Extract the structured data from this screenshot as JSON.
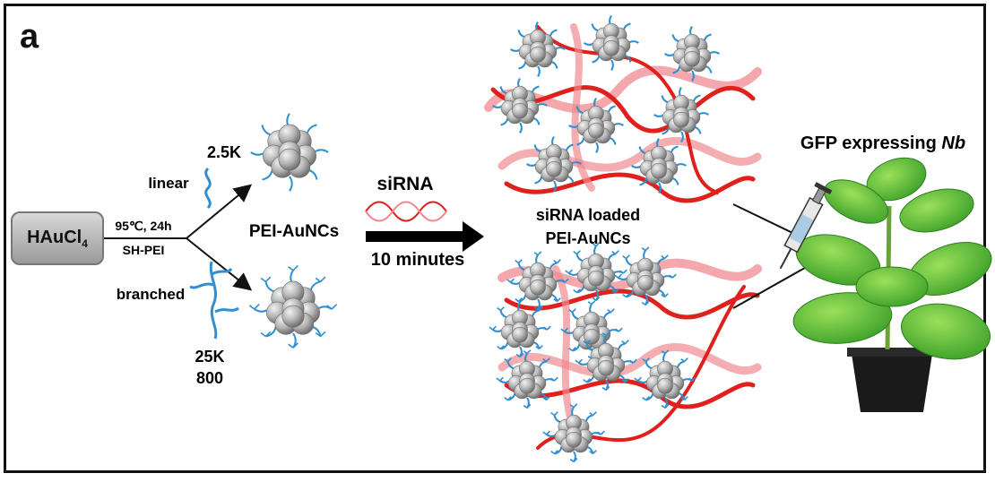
{
  "panel_label": "a",
  "start_node": {
    "label": "HAuCl",
    "subscript": "4"
  },
  "reaction": {
    "condition": "95℃, 24h",
    "reagent": "SH-PEI"
  },
  "upper_branch": {
    "molecular_weight": "2.5K",
    "polymer_type": "linear"
  },
  "lower_branch": {
    "polymer_type": "branched",
    "molecular_weight_1": "25K",
    "molecular_weight_2": "800"
  },
  "product_label": "PEI-AuNCs",
  "loading_step": {
    "reagent": "siRNA",
    "duration": "10 minutes"
  },
  "loaded_label": {
    "line1": "siRNA loaded",
    "line2": "PEI-AuNCs"
  },
  "plant_label": {
    "prefix": "GFP expressing ",
    "species": "Nb"
  },
  "colors": {
    "rna_red": "#e0201c",
    "rna_pink": "#f08a90",
    "pei_blue": "#2f8fd0",
    "cluster_gray": "#9a9a9a",
    "leaf_green": "#58c234",
    "pot": "#1a1a1a"
  }
}
